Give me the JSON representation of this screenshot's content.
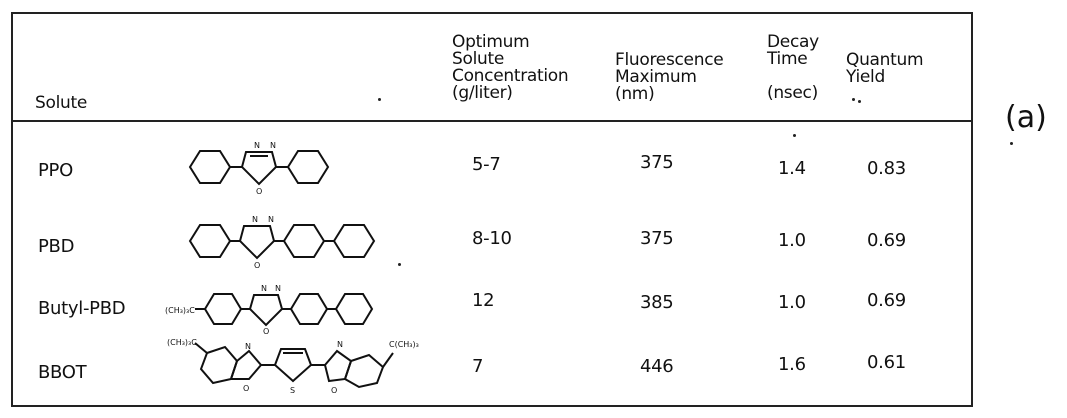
{
  "headers": {
    "solute": "Solute",
    "concentration": [
      "Optimum",
      "Solute",
      "Concentration",
      "(g/liter)"
    ],
    "fluorescence": [
      "Fluorescence",
      "Maximum",
      "(nm)"
    ],
    "decay": [
      "Decay",
      "Time",
      "(nsec)"
    ],
    "quantum": [
      "Quantum",
      "Yield"
    ]
  },
  "rows": [
    {
      "name": "PPO",
      "concentration": "5-7",
      "fluorescence": "375",
      "decay": "1.4",
      "quantum": "0.83",
      "structure": "ppo-structure-icon"
    },
    {
      "name": "PBD",
      "concentration": "8-10",
      "fluorescence": "375",
      "decay": "1.0",
      "quantum": "0.69",
      "structure": "pbd-structure-icon"
    },
    {
      "name": "Butyl-PBD",
      "concentration": "12",
      "fluorescence": "385",
      "decay": "1.0",
      "quantum": "0.69",
      "structure": "butyl-pbd-structure-icon"
    },
    {
      "name": "BBOT",
      "concentration": "7",
      "fluorescence": "446",
      "decay": "1.6",
      "quantum": "0.61",
      "structure": "bbot-structure-icon"
    }
  ],
  "figure_label": "(a)"
}
